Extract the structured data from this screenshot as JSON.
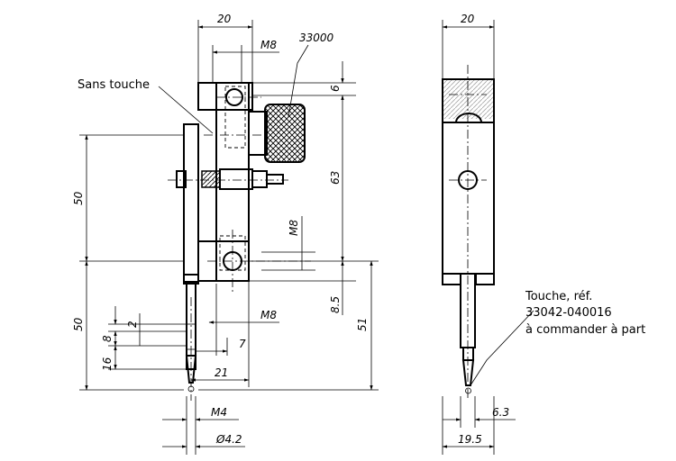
{
  "labels": {
    "sans_touche": "Sans touche",
    "ref_33000": "33000",
    "touche_line1": "Touche, réf.",
    "touche_line2": "33042-040016",
    "touche_line3": "à commander à part"
  },
  "dimensions": {
    "front_width_top": "20",
    "m8_top": "M8",
    "d6": "6",
    "d63": "63",
    "m8_mid": "M8",
    "d8_5": "8.5",
    "d51": "51",
    "d50_upper": "50",
    "d50_lower": "50",
    "d2": "2",
    "d8": "8",
    "d16": "16",
    "m8_low": "M8",
    "d7": "7",
    "d21": "21",
    "m4": "M4",
    "phi4_2": "Ø4.2",
    "side_width_top": "20",
    "d6_3": "6.3",
    "d19_5": "19.5"
  }
}
